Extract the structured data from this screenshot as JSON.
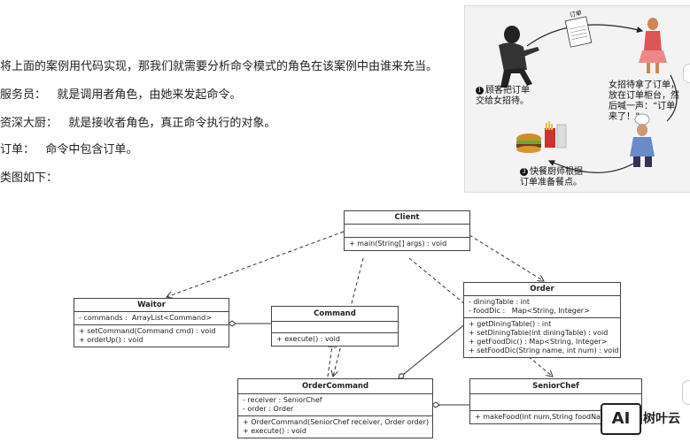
{
  "paragraphs": [
    "将上面的案例用代码实现，那我们就需要分析命令模式的角色在该案例中由谁来充当。",
    "服务员：   就是调用者角色，由她来发起命令。",
    "资深大厨：   就是接收者角色，真正命令执行的对象。",
    "订单：   命令中包含订单。",
    "类图如下："
  ],
  "illustration": {
    "order_header": "订单",
    "cap1": "顾客把订单\n交给女招待。",
    "cap1_num": "1",
    "cap2": "女招待拿了订单，\n放在订单柜台，然\n后喊一声：“订单\n来了！”",
    "cap3": "快餐厨师根据\n订单准备餐点。",
    "cap3_num": "3"
  },
  "uml": {
    "client": {
      "name": "Client",
      "methods": "+ main(String[] args) : void"
    },
    "order": {
      "name": "Order",
      "fields": "- diningTable : int\n- foodDic :   Map<String, Integer>",
      "methods": "+ getDiningTable() : int\n+ setDiningTable(int diningTable) : void\n+ getFoodDic() : Map<String, Integer>\n+ setFoodDic(String name, int num) : void"
    },
    "waiter": {
      "name": "Waitor",
      "fields": "- commands :  ArrayList<Command>",
      "methods": "+ setCommand(Command cmd) : void\n+ orderUp() : void"
    },
    "command": {
      "name": "Command",
      "methods": "+ execute() : void"
    },
    "order_command": {
      "name": "OrderCommand",
      "fields": "- receiver : SeniorChef\n- order : Order",
      "methods": "+ OrderCommand(SeniorChef receiver, Order order)\n+ execute() : void"
    },
    "senior_chef": {
      "name": "SeniorChef",
      "methods": "+ makeFood(int num,String foodName)"
    }
  },
  "watermark": {
    "badge": "AI",
    "text": "树叶云"
  }
}
